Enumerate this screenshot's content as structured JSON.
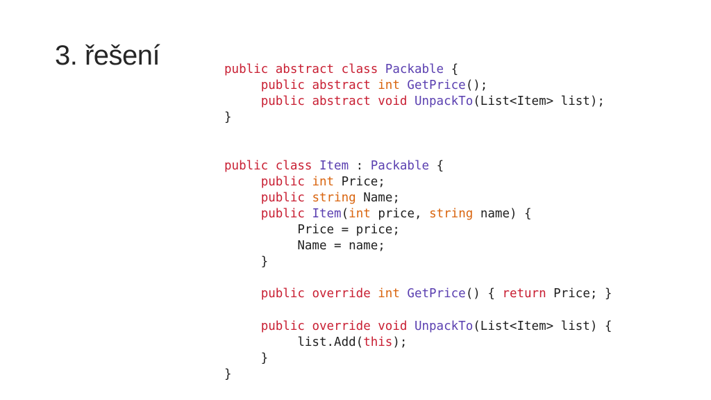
{
  "title": "3. řešení",
  "colors": {
    "keyword": "#c81e32",
    "type": "#d9650f",
    "name": "#5a3fb0",
    "plain": "#1e1e1e",
    "title": "#262626",
    "background": "#ffffff"
  },
  "code": {
    "lines": [
      [
        [
          "kw",
          "public abstract class "
        ],
        [
          "name",
          "Packable"
        ],
        [
          "plain",
          " {"
        ]
      ],
      [
        [
          "plain",
          "     "
        ],
        [
          "kw",
          "public abstract "
        ],
        [
          "type",
          "int "
        ],
        [
          "name",
          "GetPrice"
        ],
        [
          "plain",
          "();"
        ]
      ],
      [
        [
          "plain",
          "     "
        ],
        [
          "kw",
          "public abstract void "
        ],
        [
          "name",
          "UnpackTo"
        ],
        [
          "plain",
          "(List<Item> list);"
        ]
      ],
      [
        [
          "plain",
          "}"
        ]
      ],
      [],
      [],
      [
        [
          "kw",
          "public class "
        ],
        [
          "name",
          "Item"
        ],
        [
          "plain",
          " : "
        ],
        [
          "name",
          "Packable"
        ],
        [
          "plain",
          " {"
        ]
      ],
      [
        [
          "plain",
          "     "
        ],
        [
          "kw",
          "public "
        ],
        [
          "type",
          "int "
        ],
        [
          "plain",
          "Price;"
        ]
      ],
      [
        [
          "plain",
          "     "
        ],
        [
          "kw",
          "public "
        ],
        [
          "type",
          "string "
        ],
        [
          "plain",
          "Name;"
        ]
      ],
      [
        [
          "plain",
          "     "
        ],
        [
          "kw",
          "public "
        ],
        [
          "name",
          "Item"
        ],
        [
          "plain",
          "("
        ],
        [
          "type",
          "int "
        ],
        [
          "plain",
          "price, "
        ],
        [
          "type",
          "string "
        ],
        [
          "plain",
          "name) {"
        ]
      ],
      [
        [
          "plain",
          "          Price = price;"
        ]
      ],
      [
        [
          "plain",
          "          Name = name;"
        ]
      ],
      [
        [
          "plain",
          "     }"
        ]
      ],
      [],
      [
        [
          "plain",
          "     "
        ],
        [
          "kw",
          "public override "
        ],
        [
          "type",
          "int "
        ],
        [
          "name",
          "GetPrice"
        ],
        [
          "plain",
          "() { "
        ],
        [
          "kw",
          "return "
        ],
        [
          "plain",
          "Price; }"
        ]
      ],
      [],
      [
        [
          "plain",
          "     "
        ],
        [
          "kw",
          "public override void "
        ],
        [
          "name",
          "UnpackTo"
        ],
        [
          "plain",
          "(List<Item> list) {"
        ]
      ],
      [
        [
          "plain",
          "          list.Add("
        ],
        [
          "kw",
          "this"
        ],
        [
          "plain",
          ");"
        ]
      ],
      [
        [
          "plain",
          "     }"
        ]
      ],
      [
        [
          "plain",
          "}"
        ]
      ]
    ]
  }
}
